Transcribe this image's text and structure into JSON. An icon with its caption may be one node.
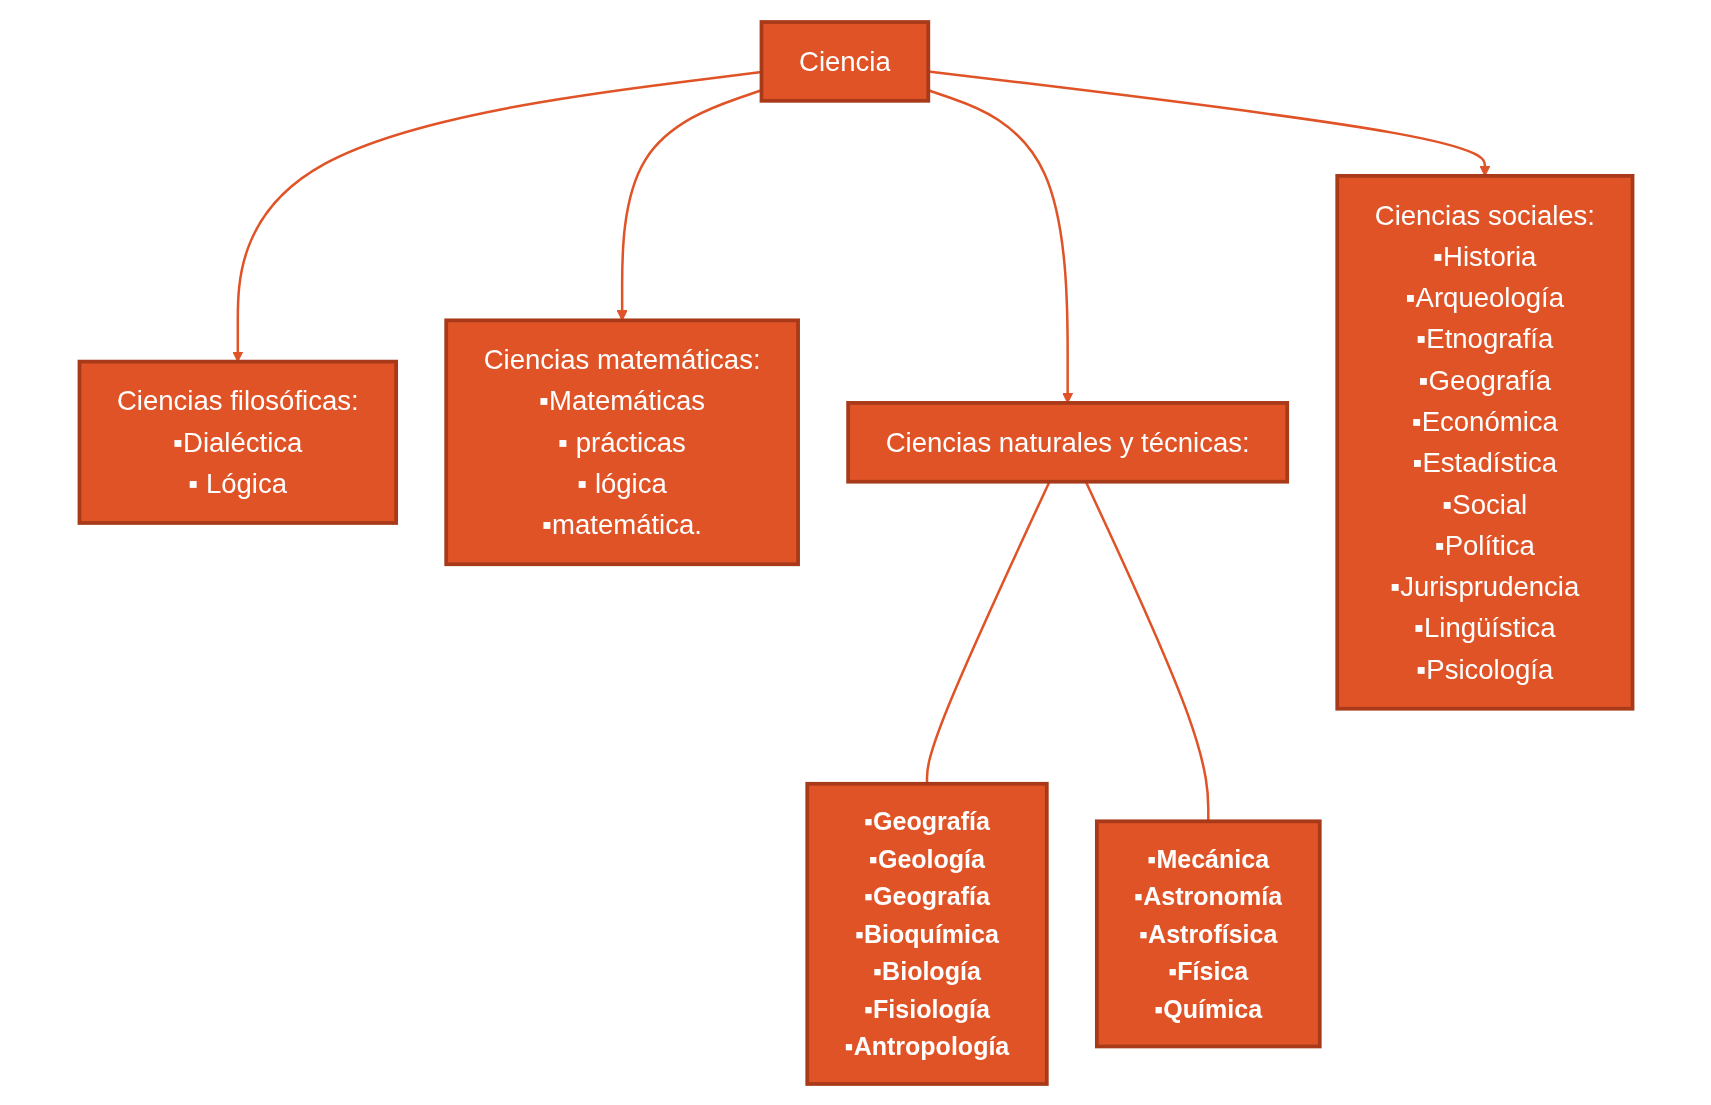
{
  "diagram": {
    "nodes": [
      {
        "text": [
          "Ciencia"
        ]
      },
      {
        "text": [
          "Ciencias filosóficas:",
          "▪Dialéctica",
          "▪ Lógica"
        ]
      },
      {
        "text": [
          "Ciencias matemáticas:",
          "▪Matemáticas",
          "▪ prácticas",
          "▪ lógica",
          "▪matemática."
        ]
      },
      {
        "text": [
          "Ciencias naturales y técnicas:"
        ]
      },
      {
        "text": [
          "Ciencias sociales:",
          "▪Historia",
          "▪Arqueología",
          "▪Etnografía",
          "▪Geografía",
          "▪Económica",
          "▪Estadística",
          "▪Social",
          "▪Política",
          "▪Jurisprudencia",
          "▪Lingüística",
          "▪Psicología"
        ]
      },
      {
        "text": [
          "▪Geografía",
          "▪Geología",
          "▪Geografía",
          "▪Bioquímica",
          "▪Biología",
          "▪Fisiología",
          "▪Antropología"
        ]
      },
      {
        "text": [
          "▪Mecánica",
          "▪Astronomía",
          "▪Astrofísica",
          "▪Física",
          "▪Química"
        ]
      }
    ],
    "edges": [
      {
        "from": 0,
        "to": 1,
        "arrow": "to"
      },
      {
        "from": 0,
        "to": 2,
        "arrow": "to"
      },
      {
        "from": 0,
        "to": 3,
        "arrow": "to"
      },
      {
        "from": 0,
        "to": 4,
        "arrow": "to"
      },
      {
        "from": 3,
        "to": 5,
        "arrow": "none"
      },
      {
        "from": 3,
        "to": 6,
        "arrow": "none"
      }
    ]
  }
}
